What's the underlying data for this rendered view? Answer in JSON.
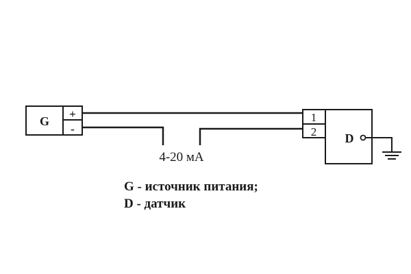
{
  "diagram": {
    "source": {
      "label": "G",
      "terminal_plus": "+",
      "terminal_minus": "-"
    },
    "sensor": {
      "label": "D",
      "terminal_1": "1",
      "terminal_2": "2"
    },
    "signal_label": "4-20 мА",
    "legend": [
      "G - источник питания;",
      "D - датчик"
    ],
    "colors": {
      "line": "#1a1a1a",
      "background": "#ffffff"
    }
  }
}
